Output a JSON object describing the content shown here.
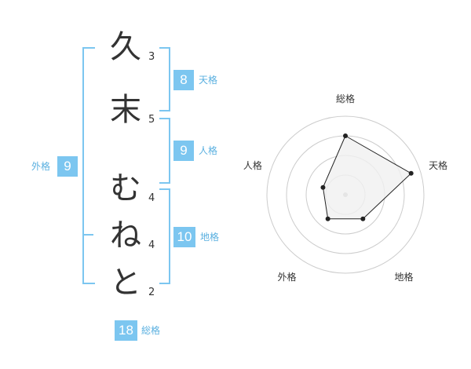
{
  "chars": [
    {
      "char": "久",
      "strokes": "3"
    },
    {
      "char": "末",
      "strokes": "5"
    },
    {
      "char": "む",
      "strokes": "4"
    },
    {
      "char": "ね",
      "strokes": "4"
    },
    {
      "char": "と",
      "strokes": "2"
    }
  ],
  "fortune": {
    "tenkaku": {
      "value": "8",
      "label": "天格"
    },
    "jinkaku": {
      "value": "9",
      "label": "人格"
    },
    "chikaku": {
      "value": "10",
      "label": "地格"
    },
    "gaikaku": {
      "value": "9",
      "label": "外格"
    },
    "soukaku": {
      "value": "18",
      "label": "総格"
    }
  },
  "chart_data": {
    "type": "radar",
    "axes": [
      "総格",
      "天格",
      "地格",
      "外格",
      "人格"
    ],
    "values": [
      0.75,
      0.88,
      0.38,
      0.38,
      0.3
    ],
    "rings": 4,
    "colors": {
      "fill": "#f0f0f0",
      "stroke": "#222222",
      "grid": "#cccccc",
      "center": "#bbbbbb"
    }
  },
  "colors": {
    "accent": "#7cc6f0"
  }
}
